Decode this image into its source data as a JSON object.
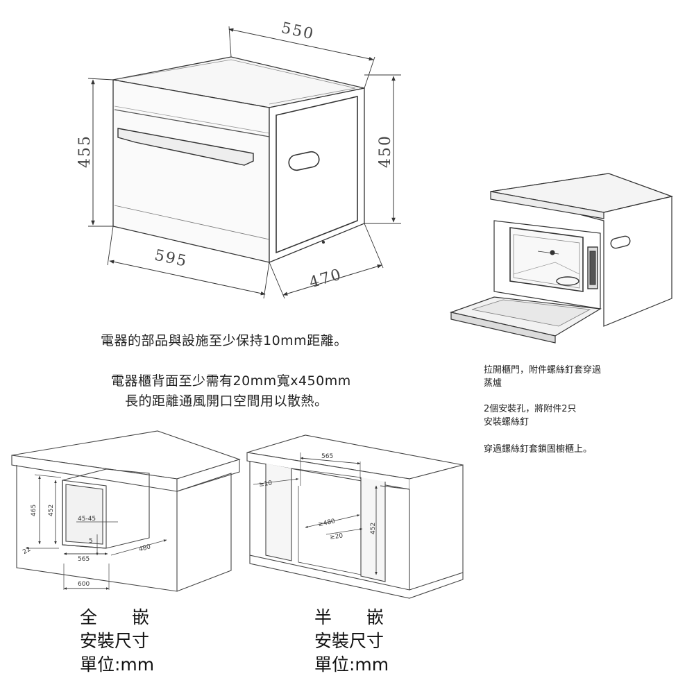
{
  "oven_dims": {
    "width": "550",
    "height_front": "455",
    "height_side": "450",
    "width_front": "595",
    "depth": "470"
  },
  "notes": {
    "clearance": "電器的部品與設施至少保持10mm距離。",
    "vent_line1": "電器櫃背面至少需有20mm寬x450mm",
    "vent_line2": "長的距離通風開口空間用以散熱。"
  },
  "install_steps": {
    "step1_line1": "拉開櫃門，附件螺絲釘套穿過",
    "step1_line2": "蒸爐",
    "step2_line1": "2個安裝孔，將附件2只",
    "step2_line2": "安裝螺絲釘",
    "step3": "穿過鏍絲釘套鎖固櫥櫃上。"
  },
  "full_builtin": {
    "d465": "465",
    "d452": "452",
    "d45": "45-45",
    "d5": "5",
    "d22": "22",
    "d565": "565",
    "d480": "480",
    "d600": "600",
    "caption_a": "全",
    "caption_b": "嵌",
    "caption_line2": "安裝尺寸",
    "caption_line3": "單位:mm"
  },
  "semi_builtin": {
    "d565": "565",
    "d10": "≥10",
    "d480": "≥480",
    "d20": "≥20",
    "d452": "452",
    "caption_a": "半",
    "caption_b": "嵌",
    "caption_line2": "安裝尺寸",
    "caption_line3": "單位:mm"
  }
}
